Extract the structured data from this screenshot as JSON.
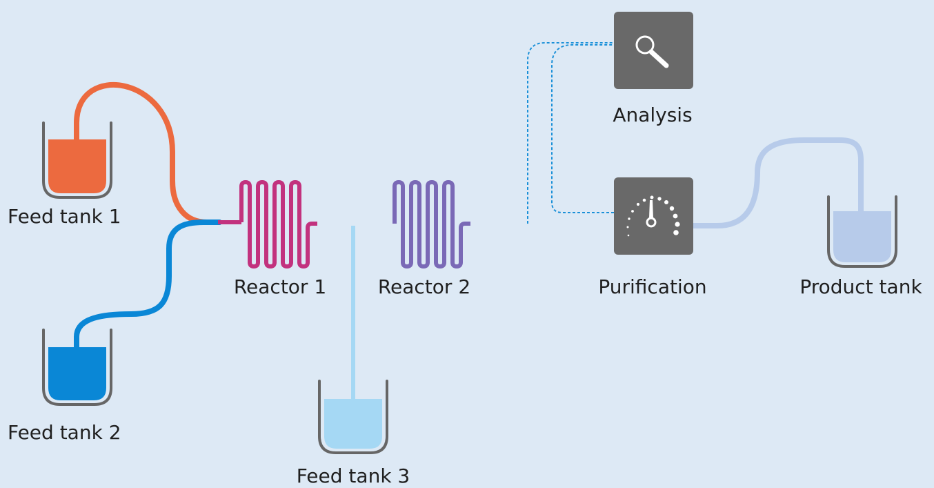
{
  "colors": {
    "background": "#dde9f5",
    "feed1": "#ec6a3f",
    "feed2": "#0a87d6",
    "feed3": "#a5d8f4",
    "reactor1": "#c2327e",
    "reactor2": "#7a69b6",
    "product": "#b7cbea",
    "box": "#696969",
    "dashed": "#1a90d8",
    "tank_wall": "#666666"
  },
  "nodes": {
    "feed_tank_1": {
      "label": "Feed tank 1"
    },
    "feed_tank_2": {
      "label": "Feed tank 2"
    },
    "feed_tank_3": {
      "label": "Feed tank 3"
    },
    "reactor_1": {
      "label": "Reactor 1"
    },
    "reactor_2": {
      "label": "Reactor 2"
    },
    "analysis": {
      "label": "Analysis",
      "icon": "magnifier-icon"
    },
    "purification": {
      "label": "Purification",
      "icon": "gauge-icon"
    },
    "product_tank": {
      "label": "Product tank"
    }
  }
}
